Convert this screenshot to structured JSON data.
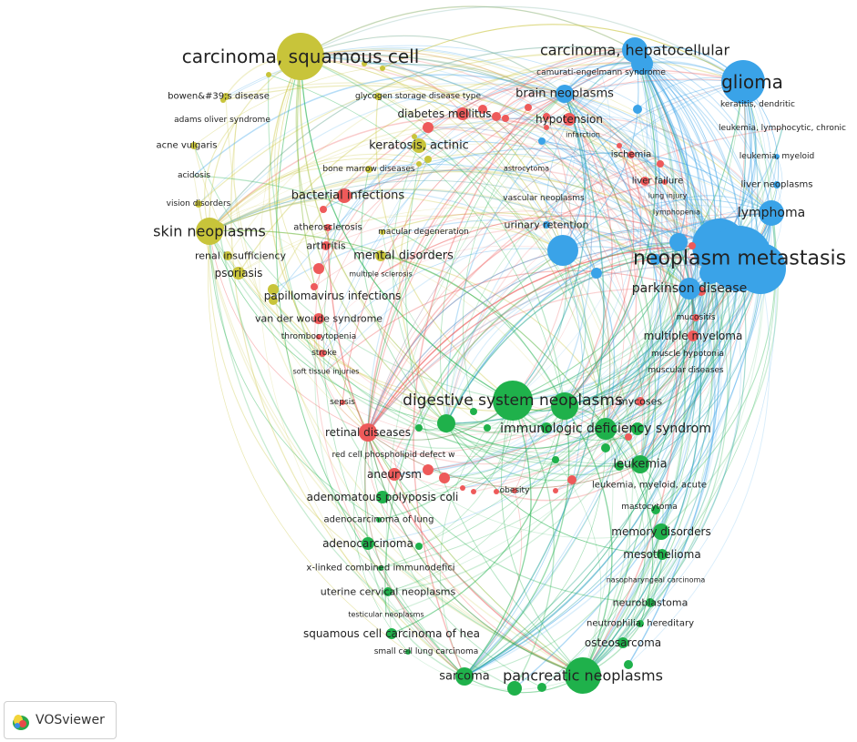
{
  "app": {
    "brand": "VOSviewer",
    "brand_icon": "vosviewer-logo-icon"
  },
  "clusters": {
    "yellow": "#c8c43a",
    "red": "#ee5a5a",
    "blue": "#3aa3e8",
    "green": "#1fb14b"
  },
  "nodes": [
    {
      "label": "carcinoma, squamous cell",
      "cluster": "yellow"
    },
    {
      "label": "bowen&#39;s disease",
      "cluster": "yellow"
    },
    {
      "label": "adams oliver syndrome",
      "cluster": "yellow"
    },
    {
      "label": "acne vulgaris",
      "cluster": "yellow"
    },
    {
      "label": "acidosis",
      "cluster": "yellow"
    },
    {
      "label": "vision disorders",
      "cluster": "yellow"
    },
    {
      "label": "skin neoplasms",
      "cluster": "yellow"
    },
    {
      "label": "renal insufficiency",
      "cluster": "yellow"
    },
    {
      "label": "psoriasis",
      "cluster": "yellow"
    },
    {
      "label": "glycogen storage disease type",
      "cluster": "yellow"
    },
    {
      "label": "keratosis, actinic",
      "cluster": "yellow"
    },
    {
      "label": "bone marrow diseases",
      "cluster": "yellow"
    },
    {
      "label": "macular degeneration",
      "cluster": "yellow"
    },
    {
      "label": "mental disorders",
      "cluster": "yellow"
    },
    {
      "label": "papillomavirus infections",
      "cluster": "yellow"
    },
    {
      "label": "diabetes mellitus",
      "cluster": "red"
    },
    {
      "label": "hypotension",
      "cluster": "red"
    },
    {
      "label": "infarction",
      "cluster": "red"
    },
    {
      "label": "bacterial infections",
      "cluster": "red"
    },
    {
      "label": "atherosclerosis",
      "cluster": "red"
    },
    {
      "label": "arthritis",
      "cluster": "red"
    },
    {
      "label": "multiple sclerosis",
      "cluster": "red"
    },
    {
      "label": "van der woude syndrome",
      "cluster": "red"
    },
    {
      "label": "thrombocytopenia",
      "cluster": "red"
    },
    {
      "label": "stroke",
      "cluster": "red"
    },
    {
      "label": "soft tissue injuries",
      "cluster": "red"
    },
    {
      "label": "sepsis",
      "cluster": "red"
    },
    {
      "label": "retinal diseases",
      "cluster": "red"
    },
    {
      "label": "red cell phospholipid defect w",
      "cluster": "red"
    },
    {
      "label": "aneurysm",
      "cluster": "red"
    },
    {
      "label": "obesity",
      "cluster": "red"
    },
    {
      "label": "ischemia",
      "cluster": "red"
    },
    {
      "label": "liver failure",
      "cluster": "red"
    },
    {
      "label": "lung injury",
      "cluster": "red"
    },
    {
      "label": "lymphopenia",
      "cluster": "red"
    },
    {
      "label": "mucositis",
      "cluster": "red"
    },
    {
      "label": "multiple myeloma",
      "cluster": "red"
    },
    {
      "label": "muscle hypotonia",
      "cluster": "red"
    },
    {
      "label": "muscular diseases",
      "cluster": "red"
    },
    {
      "label": "mycoses",
      "cluster": "red"
    },
    {
      "label": "carcinoma, hepatocellular",
      "cluster": "blue"
    },
    {
      "label": "camurati-engelmann syndrome",
      "cluster": "blue"
    },
    {
      "label": "glioma",
      "cluster": "blue"
    },
    {
      "label": "brain neoplasms",
      "cluster": "blue"
    },
    {
      "label": "keratitis, dendritic",
      "cluster": "blue"
    },
    {
      "label": "leukemia, lymphocytic, chronic",
      "cluster": "blue"
    },
    {
      "label": "leukemia, myeloid",
      "cluster": "blue"
    },
    {
      "label": "liver neoplasms",
      "cluster": "blue"
    },
    {
      "label": "astrocytoma",
      "cluster": "blue"
    },
    {
      "label": "vascular neoplasms",
      "cluster": "blue"
    },
    {
      "label": "urinary retention",
      "cluster": "blue"
    },
    {
      "label": "lymphoma",
      "cluster": "blue"
    },
    {
      "label": "neoplasm metastasis",
      "cluster": "blue"
    },
    {
      "label": "parkinson disease",
      "cluster": "blue"
    },
    {
      "label": "digestive system neoplasms",
      "cluster": "green"
    },
    {
      "label": "immunologic deficiency syndrom",
      "cluster": "green"
    },
    {
      "label": "leukemia",
      "cluster": "green"
    },
    {
      "label": "leukemia, myeloid, acute",
      "cluster": "green"
    },
    {
      "label": "mastocytoma",
      "cluster": "green"
    },
    {
      "label": "memory disorders",
      "cluster": "green"
    },
    {
      "label": "mesothelioma",
      "cluster": "green"
    },
    {
      "label": "nasopharyngeal carcinoma",
      "cluster": "green"
    },
    {
      "label": "neuroblastoma",
      "cluster": "green"
    },
    {
      "label": "neutrophilia, hereditary",
      "cluster": "green"
    },
    {
      "label": "osteosarcoma",
      "cluster": "green"
    },
    {
      "label": "pancreatic neoplasms",
      "cluster": "green"
    },
    {
      "label": "sarcoma",
      "cluster": "green"
    },
    {
      "label": "small cell lung carcinoma",
      "cluster": "green"
    },
    {
      "label": "squamous cell carcinoma of hea",
      "cluster": "green"
    },
    {
      "label": "testicular neoplasms",
      "cluster": "green"
    },
    {
      "label": "uterine cervical neoplasms",
      "cluster": "green"
    },
    {
      "label": "x-linked combined immunodefici",
      "cluster": "green"
    },
    {
      "label": "adenocarcinoma",
      "cluster": "green"
    },
    {
      "label": "adenocarcinoma of lung",
      "cluster": "green"
    },
    {
      "label": "adenomatous polyposis coli",
      "cluster": "green"
    }
  ]
}
